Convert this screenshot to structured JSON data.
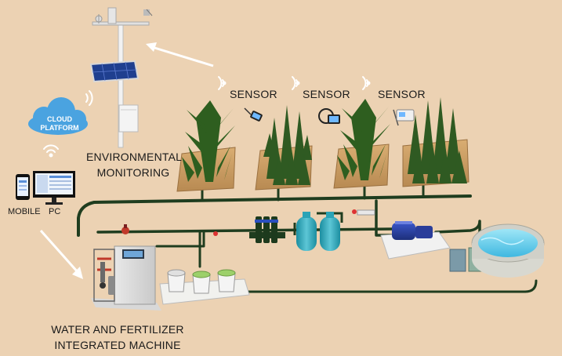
{
  "labels": {
    "sensor_1": "SENSOR",
    "sensor_2": "SENSOR",
    "sensor_3": "SENSOR",
    "cloud_line_1": "CLOUD",
    "cloud_line_2": "PLATFORM",
    "env_line_1": "ENVIRONMENTAL",
    "env_line_2": "MONITORING",
    "mobile": "MOBILE",
    "pc": "PC",
    "machine_line_1": "WATER AND FERTILIZER",
    "machine_line_2": "INTEGRATED MACHINE"
  },
  "colors": {
    "background": "#ecd2b3",
    "pipe": "#1f3d1f",
    "soil": "#c89a5e",
    "plant": "#2e5e1f",
    "cloud": "#4aa3e0",
    "filter": "#2f9fb0",
    "water": "#6fd0ee"
  }
}
